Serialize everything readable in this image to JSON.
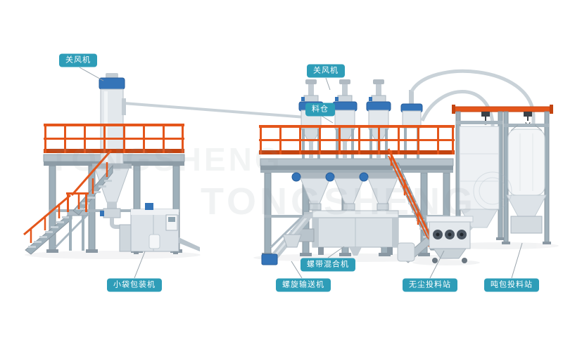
{
  "labels": {
    "airlock_left": "关风机",
    "airlock_right": "关风机",
    "silo": "料仓",
    "small_bag_packer": "小袋包装机",
    "ribbon_mixer": "螺带混合机",
    "screw_conveyor": "螺旋输送机",
    "dust_free_station": "无尘投料站",
    "ton_bag_station": "吨包投料站"
  },
  "watermark": {
    "text": "TONGSHENG"
  },
  "colors": {
    "background": "#ffffff",
    "label_bg": "#2e9db8",
    "label_text": "#ffffff",
    "railing": "#e4561b",
    "railing_dark": "#c34410",
    "steel": "#a6b4be",
    "steel_dark": "#87949e",
    "deck": "#b7c3cb",
    "equipment_light": "#e3e8ec",
    "equipment_mid": "#cfd7dd",
    "accent_blue": "#3474b8",
    "leader_line": "#9aa5ad",
    "pipe": "#c9d2d8"
  }
}
